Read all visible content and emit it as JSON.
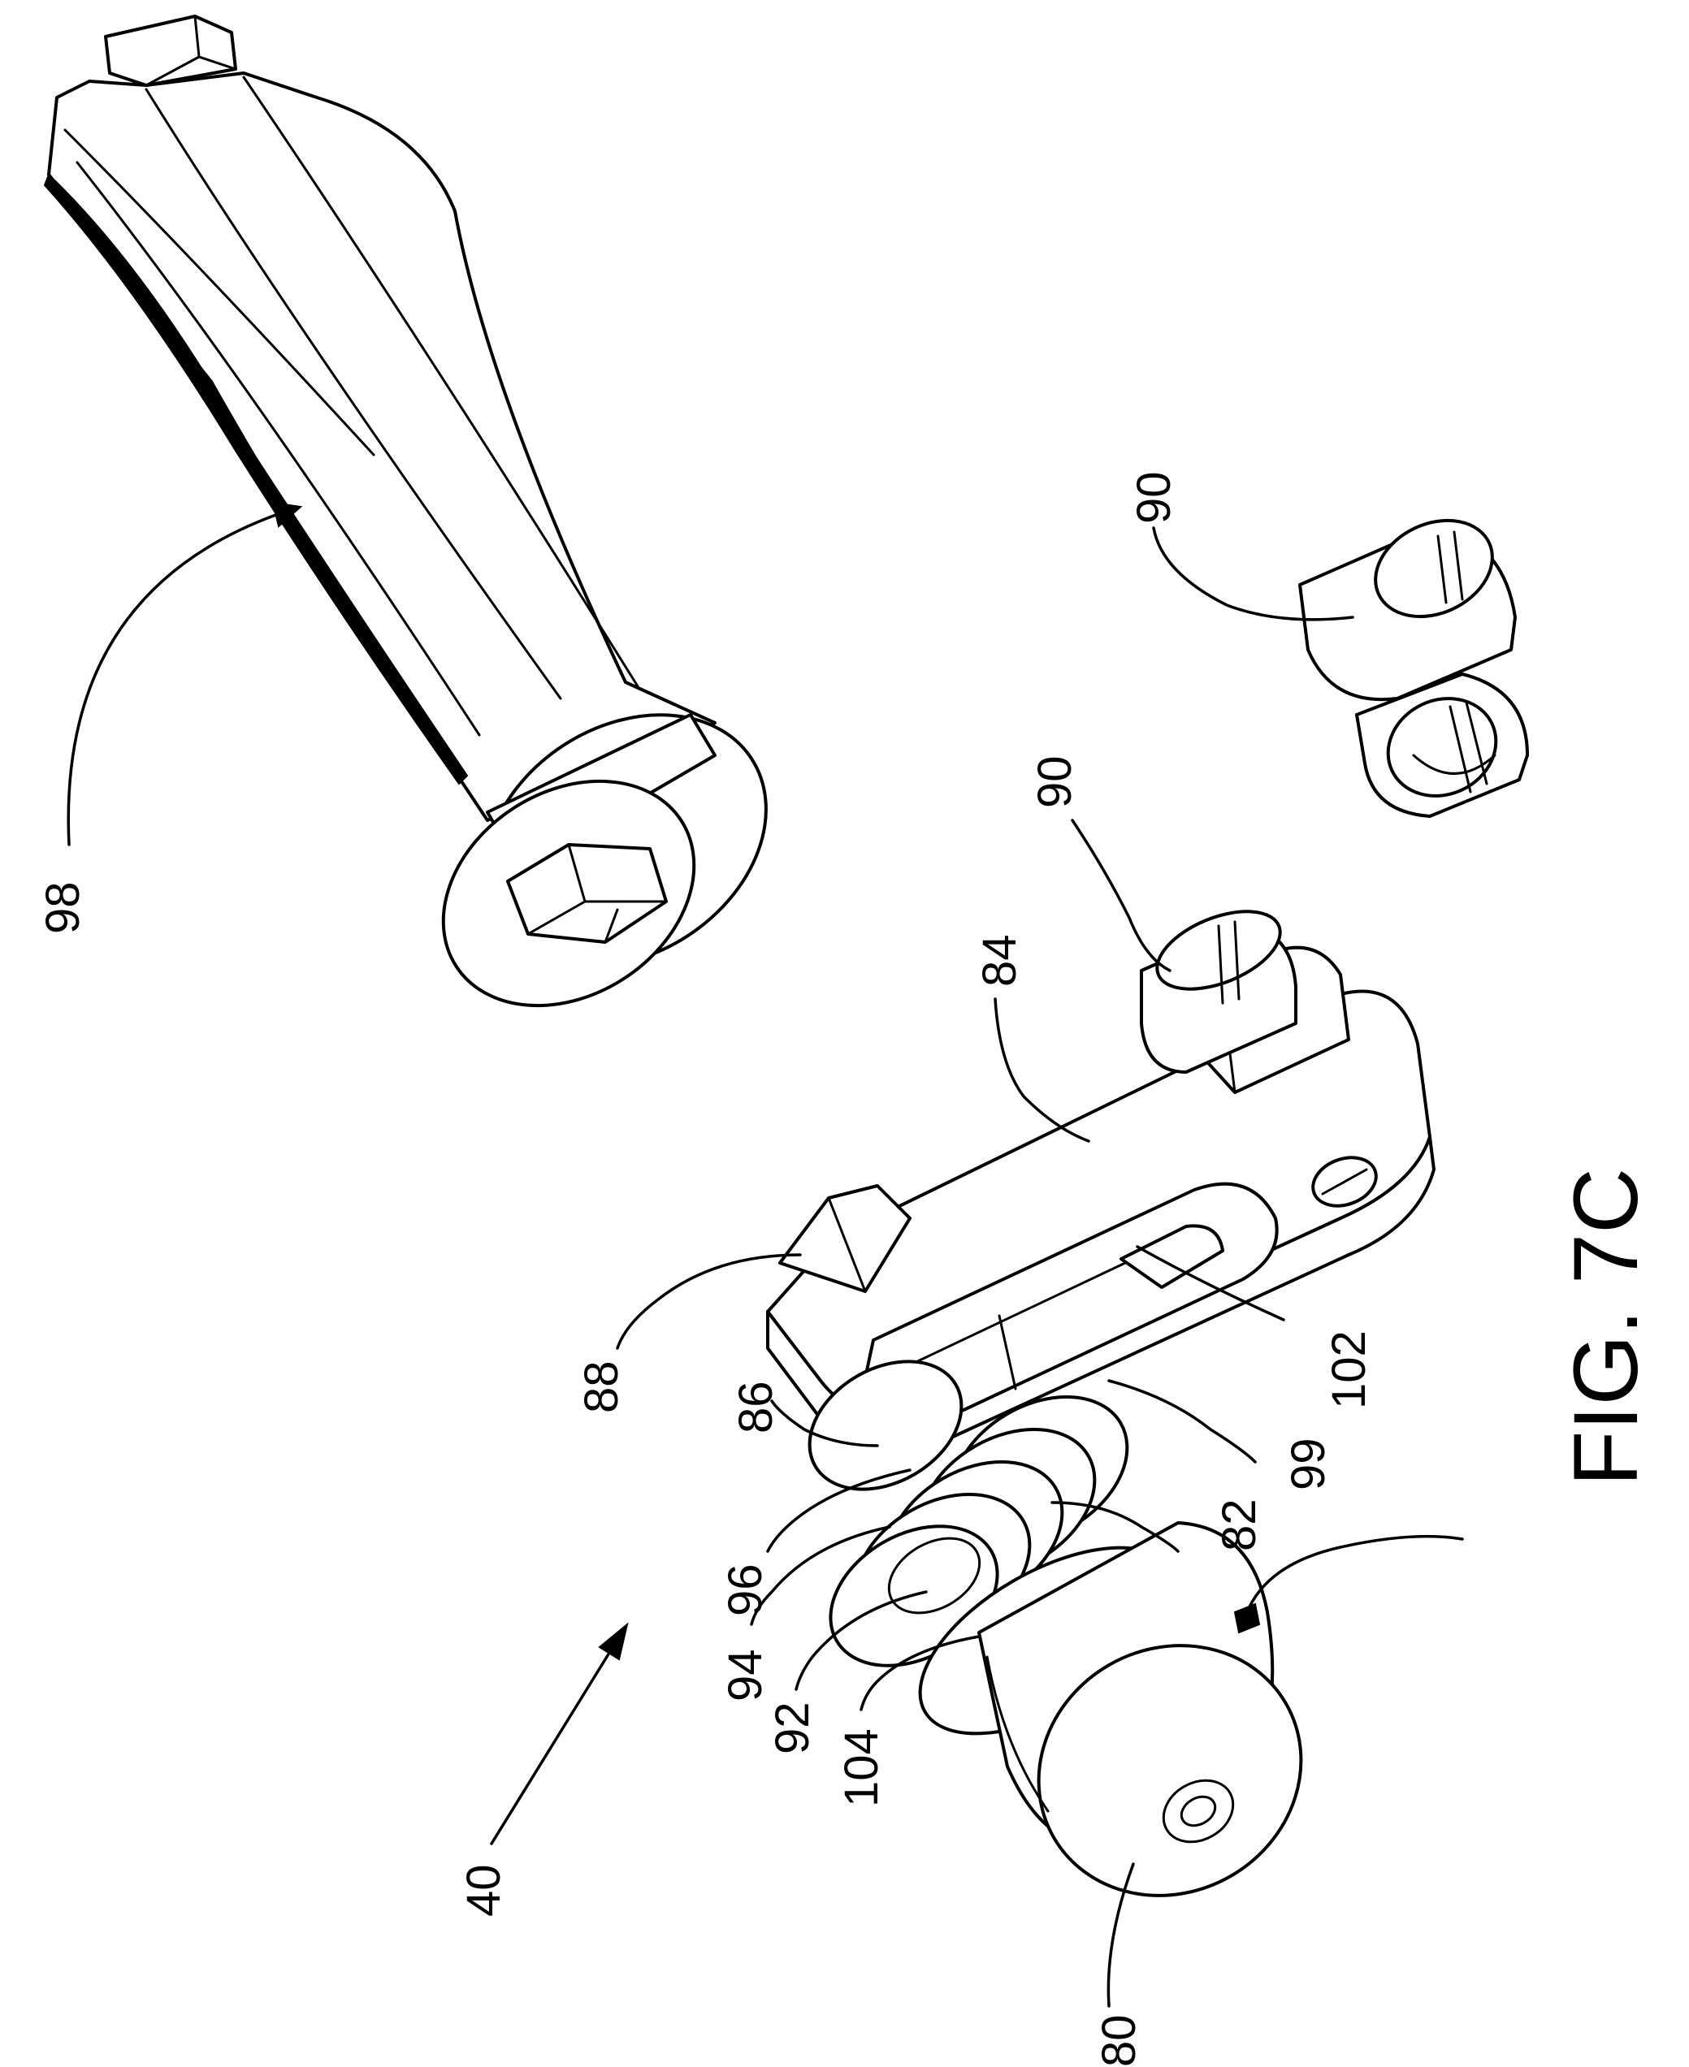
{
  "figure": {
    "caption": "FIG. 7C"
  },
  "labels": {
    "l98": "98",
    "l90a": "90",
    "l90b": "90",
    "l84": "84",
    "l88": "88",
    "l86": "86",
    "l96": "96",
    "l94": "94",
    "l92": "92",
    "l104": "104",
    "l82": "82",
    "l99": "99",
    "l102": "102",
    "l40": "40",
    "l80": "80"
  }
}
